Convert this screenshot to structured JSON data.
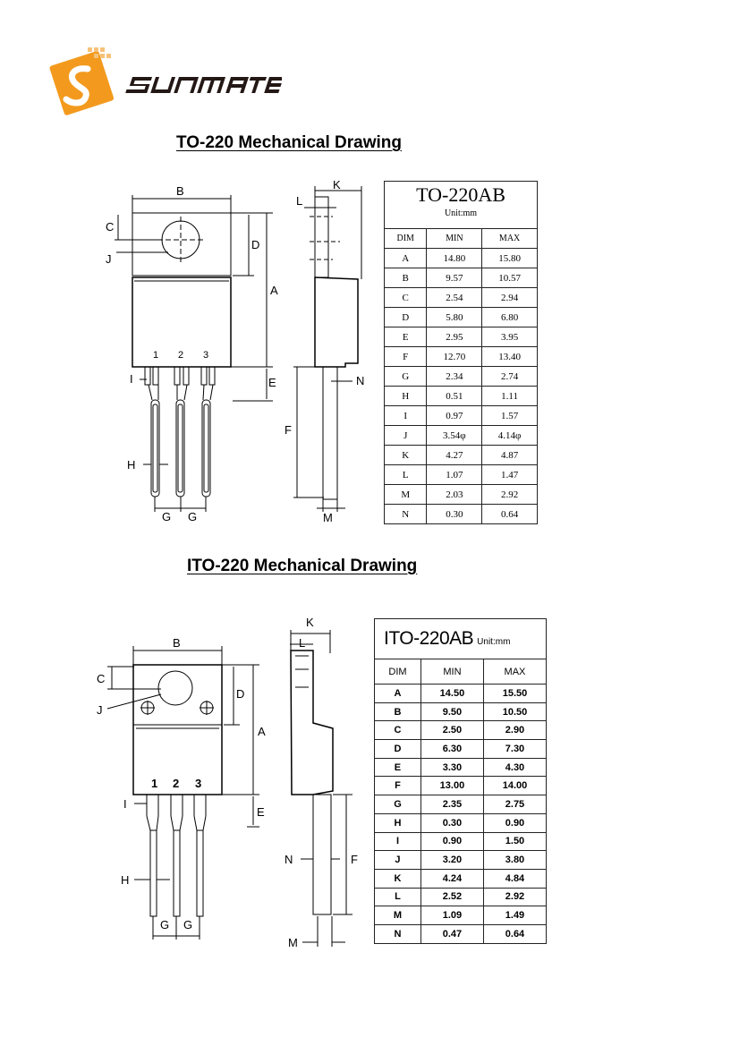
{
  "logo": {
    "text": "SUNMATE",
    "color_primary": "#f39a1e",
    "color_text": "#231815"
  },
  "sections": {
    "to220": {
      "title": "TO-220 Mechanical Drawing",
      "drawing_labels": {
        "A": "A",
        "B": "B",
        "C": "C",
        "D": "D",
        "E": "E",
        "F": "F",
        "G1": "G",
        "G2": "G",
        "H": "H",
        "I": "I",
        "J": "J",
        "K": "K",
        "L": "L",
        "M": "M",
        "N": "N",
        "pin1": "1",
        "pin2": "2",
        "pin3": "3"
      },
      "table": {
        "title": "TO-220AB",
        "unit": "Unit:mm",
        "headers": [
          "DIM",
          "MIN",
          "MAX"
        ],
        "rows": [
          [
            "A",
            "14.80",
            "15.80"
          ],
          [
            "B",
            "9.57",
            "10.57"
          ],
          [
            "C",
            "2.54",
            "2.94"
          ],
          [
            "D",
            "5.80",
            "6.80"
          ],
          [
            "E",
            "2.95",
            "3.95"
          ],
          [
            "F",
            "12.70",
            "13.40"
          ],
          [
            "G",
            "2.34",
            "2.74"
          ],
          [
            "H",
            "0.51",
            "1.11"
          ],
          [
            "I",
            "0.97",
            "1.57"
          ],
          [
            "J",
            "3.54φ",
            "4.14φ"
          ],
          [
            "K",
            "4.27",
            "4.87"
          ],
          [
            "L",
            "1.07",
            "1.47"
          ],
          [
            "M",
            "2.03",
            "2.92"
          ],
          [
            "N",
            "0.30",
            "0.64"
          ]
        ]
      }
    },
    "ito220": {
      "title": "ITO-220 Mechanical Drawing",
      "drawing_labels": {
        "A": "A",
        "B": "B",
        "C": "C",
        "D": "D",
        "E": "E",
        "F": "F",
        "G1": "G",
        "G2": "G",
        "H": "H",
        "I": "I",
        "J": "J",
        "K": "K",
        "L": "L",
        "M": "M",
        "N": "N",
        "pin1": "1",
        "pin2": "2",
        "pin3": "3"
      },
      "table": {
        "title": "ITO-220AB",
        "unit": "Unit:mm",
        "headers": [
          "DIM",
          "MIN",
          "MAX"
        ],
        "rows": [
          [
            "A",
            "14.50",
            "15.50"
          ],
          [
            "B",
            "9.50",
            "10.50"
          ],
          [
            "C",
            "2.50",
            "2.90"
          ],
          [
            "D",
            "6.30",
            "7.30"
          ],
          [
            "E",
            "3.30",
            "4.30"
          ],
          [
            "F",
            "13.00",
            "14.00"
          ],
          [
            "G",
            "2.35",
            "2.75"
          ],
          [
            "H",
            "0.30",
            "0.90"
          ],
          [
            "I",
            "0.90",
            "1.50"
          ],
          [
            "J",
            "3.20",
            "3.80"
          ],
          [
            "K",
            "4.24",
            "4.84"
          ],
          [
            "L",
            "2.52",
            "2.92"
          ],
          [
            "M",
            "1.09",
            "1.49"
          ],
          [
            "N",
            "0.47",
            "0.64"
          ]
        ]
      }
    }
  }
}
